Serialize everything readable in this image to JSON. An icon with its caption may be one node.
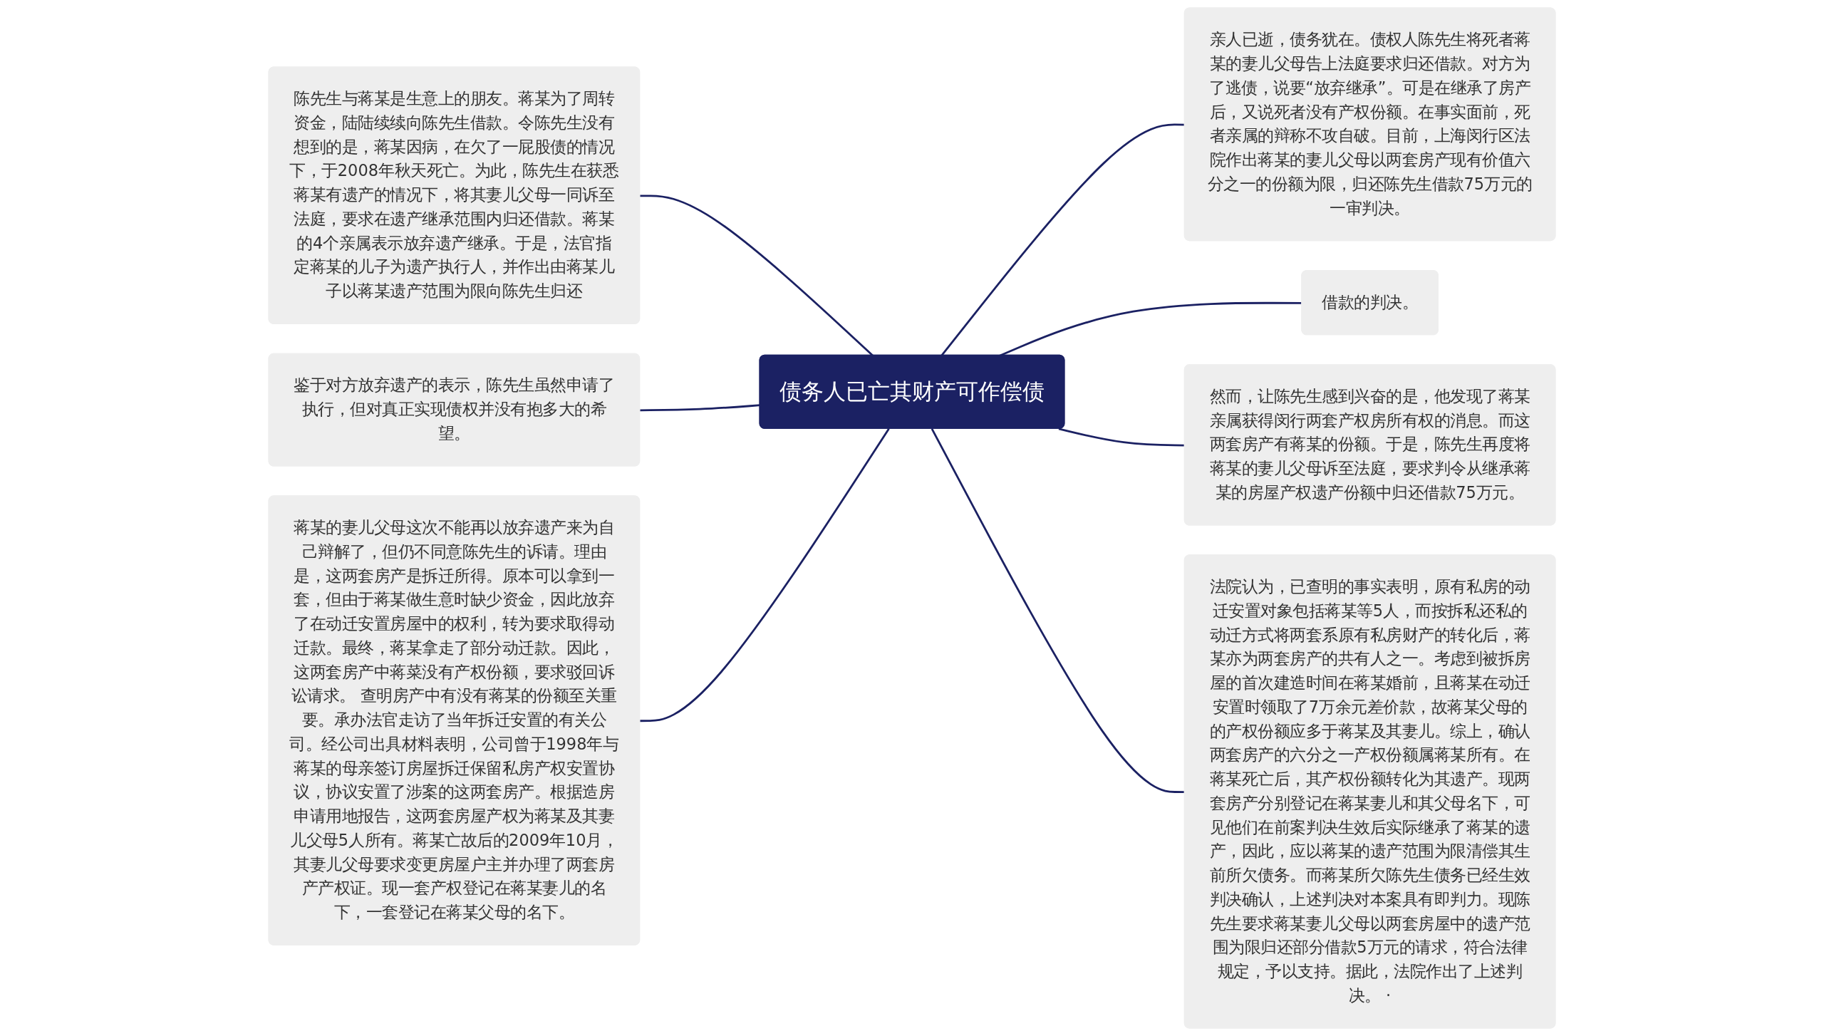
{
  "diagram": {
    "nodes": [
      {
        "text": [
          "债务人已亡其财产可作偿债"
        ]
      },
      {
        "text": [
          "陈先生与蒋某是生意上的朋友。蒋某为了周转资金，陆陆续续向陈先生借款。令陈先生没有想到的是，蒋某因病，在欠了一屁股债的情况下，于2008年秋天死亡。为此，陈先生在获悉蒋某有遗产的情况下，将其妻儿父母一同诉至法庭，要求在遗产继承范围内归还借款。蒋某的4个亲属表示放弃遗产继承。于是，法官指定蒋某的儿子为遗产执行人，并作出由蒋某儿子以蒋某遗产范围为限向陈先生归还"
        ]
      },
      {
        "text": [
          "鉴于对方放弃遗产的表示，陈先生虽然申请了执行，但对真正实现债权并没有抱多大的希望。"
        ]
      },
      {
        "text": [
          "蒋某的妻儿父母这次不能再以放弃遗产来为自己辩解了，但仍不同意陈先生的诉请。理由是，这两套房产是拆迁所得。原本可以拿到一套，但由于蒋某做生意时缺少资金，因此放弃了在动迁安置房屋中的权利，转为要求取得动迁款。最终，蒋某拿走了部分动迁款。因此，这两套房产中蒋菜没有产权份额，要求驳回诉讼请求。 查明房产中有没有蒋某的份额至关重要。承办法官走访了当年拆迁安置的有关公司。经公司出具材料表明，公司曾于1998年与蒋某的母亲签订房屋拆迁保留私房产权安置协议，协议安置了涉案的这两套房产。根据造房申请用地报告，这两套房屋产权为蒋某及其妻儿父母5人所有。蒋某亡故后的2009年10月，其妻儿父母要求变更房屋户主并办理了两套房产产权证。现一套产权登记在蒋某妻儿的名下，一套登记在蒋某父母的名下。"
        ]
      },
      {
        "text": [
          "亲人已逝，债务犹在。债权人陈先生将死者蒋某的妻儿父母告上法庭要求归还借款。对方为了逃债，说要“放弃继承”。可是在继承了房产后，又说死者没有产权份额。在事实面前，死者亲属的辩称不攻自破。目前，上海闵行区法院作出蒋某的妻儿父母以两套房产现有价值六分之一的份额为限，归还陈先生借款75万元的一审判决。"
        ]
      },
      {
        "text": [
          "借款的判决。"
        ]
      },
      {
        "text": [
          "然而，让陈先生感到兴奋的是，他发现了蒋某亲属获得闵行两套产权房所有权的消息。而这两套房产有蒋某的份额。于是，陈先生再度将蒋某的妻儿父母诉至法庭，要求判令从继承蒋某的房屋产权遗产份额中归还借款75万元。"
        ]
      },
      {
        "text": [
          "法院认为，已查明的事实表明，原有私房的动迁安置对象包括蒋某等5人，而按拆私还私的动迁方式将两套系原有私房财产的转化后，蒋某亦为两套房产的共有人之一。考虑到被拆房屋的首次建造时间在蒋某婚前，且蒋某在动迁安置时领取了7万余元差价款，故蒋某父母的的产权份额应多于蒋某及其妻儿。综上，确认两套房产的六分之一产权份额属蒋某所有。在蒋某死亡后，其产权份额转化为其遗产。现两套房产分别登记在蒋某妻儿和其父母名下，可见他们在前案判决生效后实际继承了蒋某的遗产，因此，应以蒋某的遗产范围为限清偿其生前所欠债务。而蒋某所欠陈先生债务已经生效判决确认，上述判决对本案具有即判力。现陈先生要求蒋某妻儿父母以两套房屋中的遗产范围为限归还部分借款5万元的请求，符合法律规定，予以支持。据此，法院作出了上述判决。 ·"
        ]
      }
    ],
    "edges": [
      {
        "from": 1,
        "to": 0,
        "arrow": "none"
      },
      {
        "from": 2,
        "to": 0,
        "arrow": "none"
      },
      {
        "from": 3,
        "to": 0,
        "arrow": "none"
      },
      {
        "from": 0,
        "to": 4,
        "arrow": "none"
      },
      {
        "from": 0,
        "to": 5,
        "arrow": "none"
      },
      {
        "from": 0,
        "to": 6,
        "arrow": "none"
      },
      {
        "from": 0,
        "to": 7,
        "arrow": "none"
      }
    ]
  }
}
